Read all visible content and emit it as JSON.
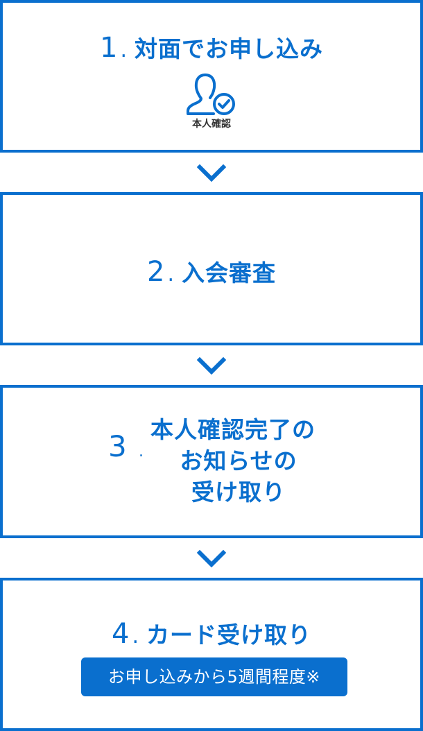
{
  "colors": {
    "accent": "#0a6fce",
    "icon_label": "#333333",
    "background": "#ffffff"
  },
  "steps": [
    {
      "number": "1",
      "separator": ".",
      "label": "対面でお申し込み",
      "icon": {
        "name": "person-check-icon",
        "label": "本人確認"
      }
    },
    {
      "number": "2",
      "separator": ".",
      "label": "入会審査"
    },
    {
      "number": "3",
      "separator": ".",
      "label_lines": [
        "本人確認完了の",
        "お知らせの",
        "受け取り"
      ]
    },
    {
      "number": "4",
      "separator": ".",
      "label": "カード受け取り",
      "badge": "お申し込みから5週間程度※"
    }
  ],
  "connectors": [
    "chevron-down-icon",
    "chevron-down-icon",
    "chevron-down-icon"
  ]
}
